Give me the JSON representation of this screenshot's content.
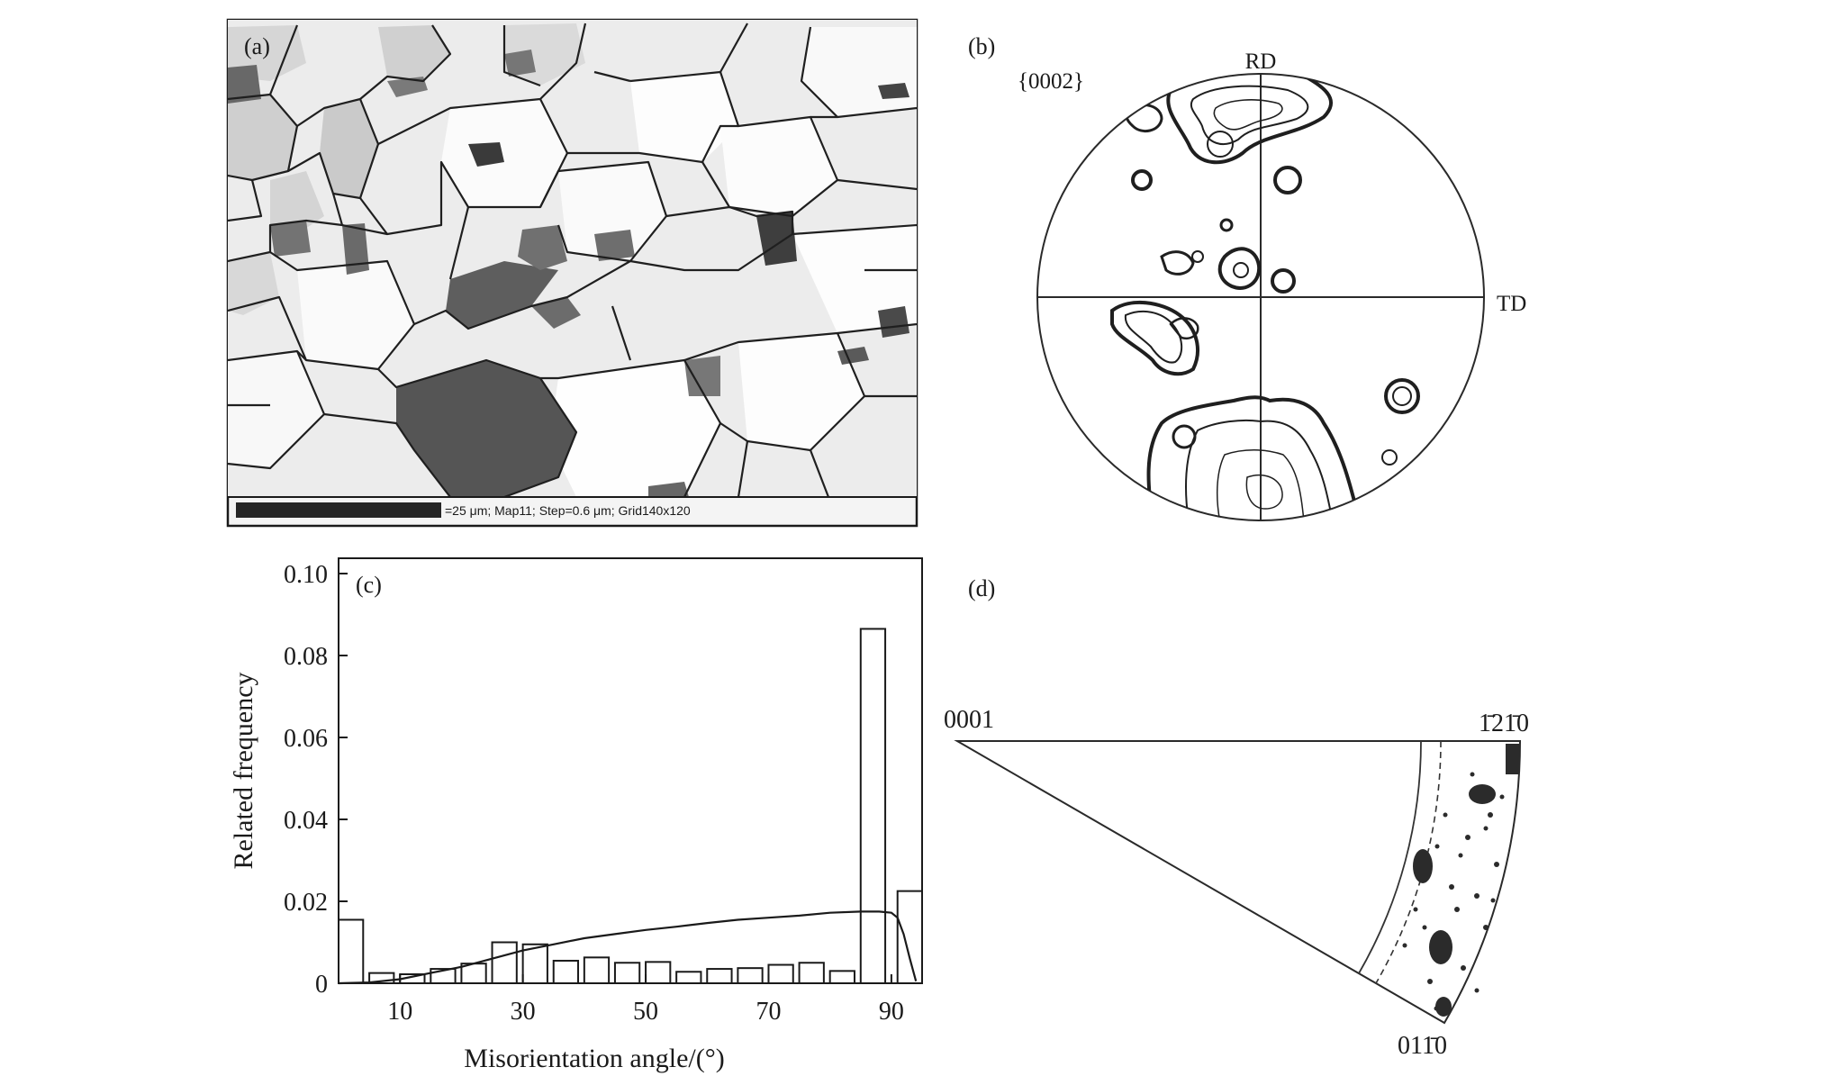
{
  "panel_a": {
    "label": "(a)",
    "scale_caption": "=25 μm; Map11; Step=0.6 μm; Grid140x120"
  },
  "panel_b": {
    "label": "(b)",
    "pole": "{0002}",
    "rd": "RD",
    "td": "TD"
  },
  "panel_c": {
    "label": "(c)"
  },
  "panel_d": {
    "label": "(d)",
    "corner_origin": "0001",
    "corner_top": "1̄21̄0",
    "corner_bottom": "011̄0"
  },
  "chart_data": {
    "type": "bar",
    "title": "",
    "xlabel": "Misorientation angle/(°)",
    "ylabel": "Related frequency",
    "xlim": [
      0,
      95
    ],
    "ylim": [
      0,
      0.1
    ],
    "xticks": [
      10,
      30,
      50,
      70,
      90
    ],
    "yticks": [
      0,
      0.02,
      0.04,
      0.06,
      0.08,
      0.1
    ],
    "yticklabels": [
      "0",
      "0.02",
      "0.04",
      "0.06",
      "0.08",
      "0.10"
    ],
    "bar_width": 4,
    "bars": [
      {
        "x": 2,
        "value": 0.0155
      },
      {
        "x": 7,
        "value": 0.0025
      },
      {
        "x": 12,
        "value": 0.0022
      },
      {
        "x": 17,
        "value": 0.0035
      },
      {
        "x": 22,
        "value": 0.0048
      },
      {
        "x": 27,
        "value": 0.01
      },
      {
        "x": 32,
        "value": 0.0095
      },
      {
        "x": 37,
        "value": 0.0055
      },
      {
        "x": 42,
        "value": 0.0063
      },
      {
        "x": 47,
        "value": 0.005
      },
      {
        "x": 52,
        "value": 0.0052
      },
      {
        "x": 57,
        "value": 0.0028
      },
      {
        "x": 62,
        "value": 0.0035
      },
      {
        "x": 67,
        "value": 0.0037
      },
      {
        "x": 72,
        "value": 0.0045
      },
      {
        "x": 77,
        "value": 0.005
      },
      {
        "x": 82,
        "value": 0.003
      },
      {
        "x": 87,
        "value": 0.0865
      },
      {
        "x": 93,
        "value": 0.0225
      }
    ],
    "curve": {
      "x": [
        0,
        5,
        10,
        15,
        20,
        25,
        30,
        35,
        40,
        45,
        50,
        55,
        60,
        65,
        70,
        75,
        80,
        85,
        88,
        90,
        91,
        92,
        93,
        94
      ],
      "y": [
        0,
        0.0002,
        0.001,
        0.0025,
        0.004,
        0.006,
        0.008,
        0.0095,
        0.011,
        0.012,
        0.013,
        0.0138,
        0.0147,
        0.0155,
        0.016,
        0.0165,
        0.0172,
        0.0175,
        0.0175,
        0.0172,
        0.016,
        0.012,
        0.006,
        0.0005
      ]
    }
  }
}
